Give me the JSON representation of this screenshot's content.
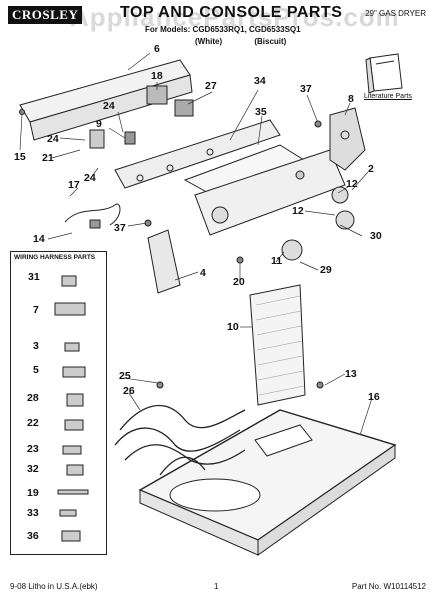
{
  "header": {
    "brand": "CROSLEY",
    "title": "TOP AND CONSOLE PARTS",
    "subtitle": "29\" GAS DRYER",
    "for_models": "For Models: CGD6533RQ1, CGD6533SQ1",
    "variant_white": "(White)",
    "variant_biscuit": "(Biscuit)"
  },
  "watermark": "AppliancePartsPros.com",
  "literature_label": "Literature Parts",
  "harness_box_title": "WIRING HARNESS PARTS",
  "callouts": {
    "c6": "6",
    "c18": "18",
    "c34": "34",
    "c27": "27",
    "c37a": "37",
    "c8": "8",
    "c24a": "24",
    "c9": "9",
    "c35": "35",
    "c15": "15",
    "c21": "21",
    "c24b": "24",
    "c24c": "24",
    "c17": "17",
    "c2": "2",
    "c12a": "12",
    "c12b": "12",
    "c30": "30",
    "c14": "14",
    "c37b": "37",
    "c4": "4",
    "c11": "11",
    "c20": "20",
    "c29": "29",
    "c10": "10",
    "c13": "13",
    "c25": "25",
    "c26": "26",
    "c16": "16"
  },
  "harness_callouts": [
    "31",
    "7",
    "3",
    "5",
    "28",
    "22",
    "23",
    "32",
    "19",
    "33",
    "36"
  ],
  "footer": {
    "left": "9-08 Litho in U.S.A.(ebk)",
    "center": "1",
    "right": "Part No. W10114512"
  }
}
